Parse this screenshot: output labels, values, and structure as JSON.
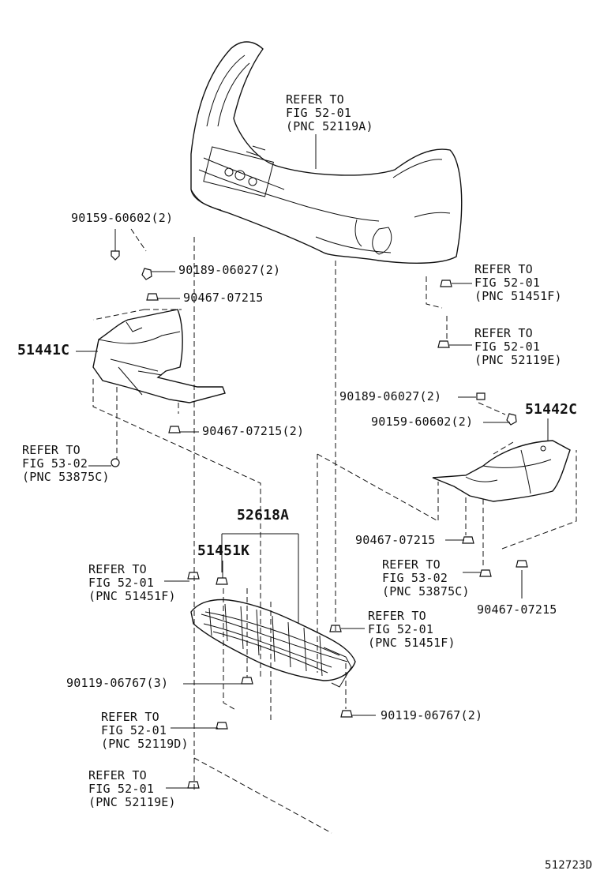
{
  "diagram": {
    "figure_id": "512723D",
    "labels": {
      "bumper_ref": "REFER TO\nFIG 52-01\n(PNC 52119A)",
      "p90159_left": "90159-60602(2)",
      "p90189_left": "90189-06027(2)",
      "p90467_a": "90467-07215",
      "p51441C": "51441C",
      "p90467_b": "90467-07215(2)",
      "ref_53875C_left": "REFER TO\nFIG 53-02\n(PNC 53875C)",
      "ref_51451F_right_top": "REFER TO\nFIG 52-01\n(PNC 51451F)",
      "ref_52119E_right": "REFER TO\nFIG 52-01\n(PNC 52119E)",
      "p90189_right": "90189-06027(2)",
      "p51442C": "51442C",
      "p90159_right": "90159-60602(2)",
      "p52618A": "52618A",
      "p51451K": "51451K",
      "ref_51451F_left": "REFER TO\nFIG 52-01\n(PNC 51451F)",
      "p90467_c": "90467-07215",
      "ref_53875C_right": "REFER TO\nFIG 53-02\n(PNC 53875C)",
      "p90467_d": "90467-07215",
      "ref_51451F_mid": "REFER TO\nFIG 52-01\n(PNC 51451F)",
      "p90119_left": "90119-06767(3)",
      "p90119_right": "90119-06767(2)",
      "ref_52119D": "REFER TO\nFIG 52-01\n(PNC 52119D)",
      "ref_52119E_bottom": "REFER TO\nFIG 52-01\n(PNC 52119E)"
    }
  }
}
